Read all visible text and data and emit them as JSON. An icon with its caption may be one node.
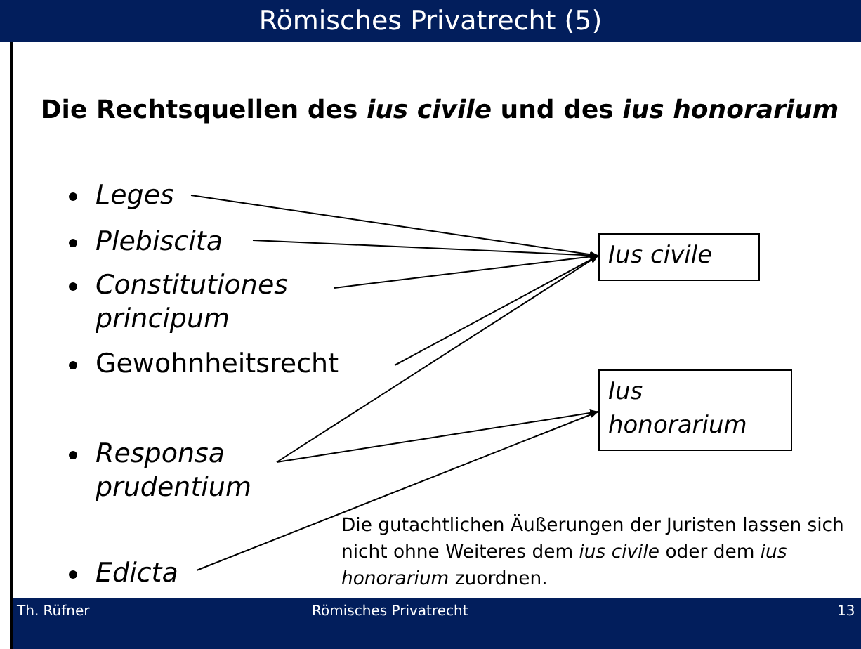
{
  "diagram": {
    "title": "Römisches Privatrecht (5)",
    "nodes": [
      {
        "text": [
          "Leges"
        ]
      },
      {
        "text": [
          "Plebiscita"
        ]
      },
      {
        "text": [
          "Constitutiones principum"
        ]
      },
      {
        "text": [
          "Gewohnheitsrecht"
        ]
      },
      {
        "text": [
          "Responsa prudentium"
        ]
      },
      {
        "text": [
          "Edicta"
        ]
      },
      {
        "text": [
          "Ius civile"
        ]
      },
      {
        "text": [
          "Ius honorarium"
        ]
      }
    ],
    "edges": [
      {
        "from": 0,
        "to": 6,
        "arrow": "to"
      },
      {
        "from": 1,
        "to": 6,
        "arrow": "to"
      },
      {
        "from": 2,
        "to": 6,
        "arrow": "to"
      },
      {
        "from": 3,
        "to": 6,
        "arrow": "to"
      },
      {
        "from": 4,
        "to": 6,
        "arrow": "to"
      },
      {
        "from": 4,
        "to": 7,
        "arrow": "to"
      },
      {
        "from": 5,
        "to": 7,
        "arrow": "to"
      }
    ],
    "labels": [
      "Die Rechtsquellen des *ius civile* und des *ius honorarium*",
      "Die gutachtlichen Äußerungen der Juristen lassen sich nicht ohne Weiteres dem *ius civile* oder dem *ius honorarium* zuordnen.",
      "Th. Rüfner",
      "Römisches Privatrecht",
      "13"
    ]
  }
}
